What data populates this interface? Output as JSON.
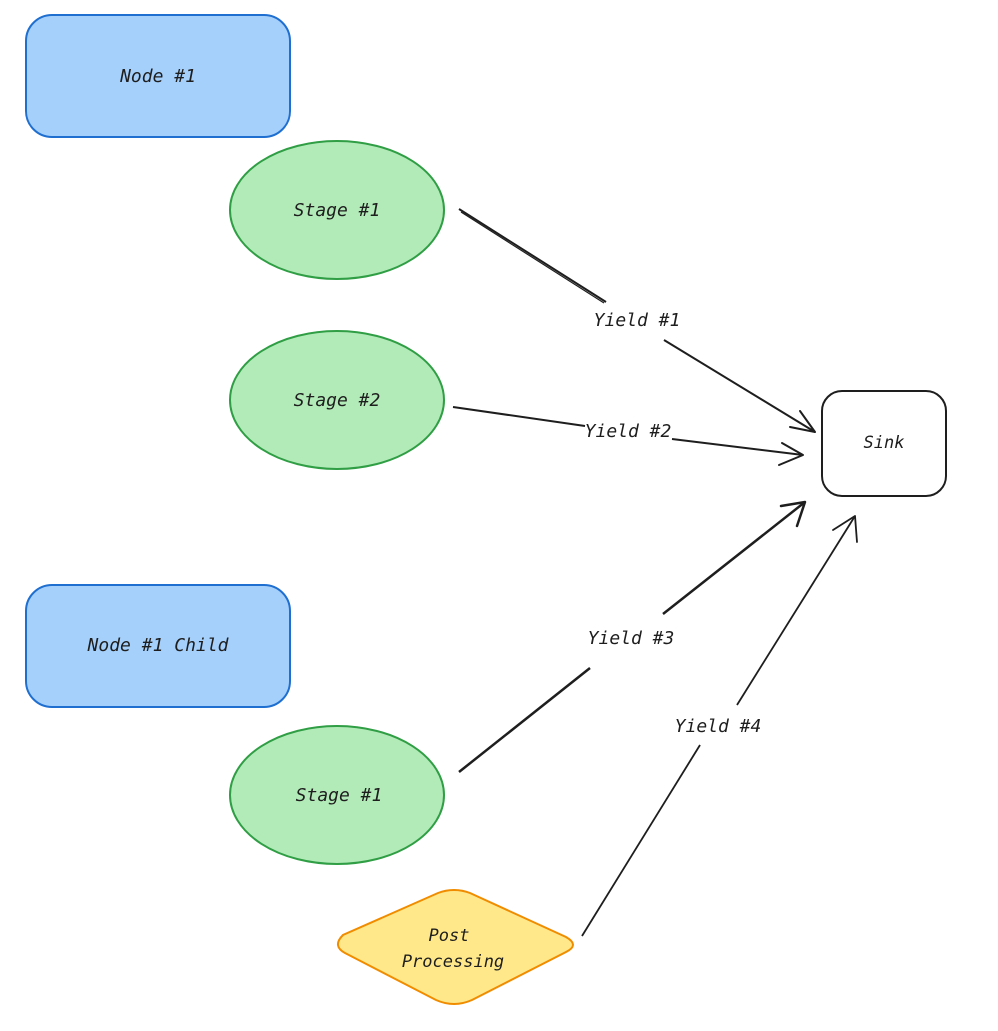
{
  "colors": {
    "node_fill": "#a5d0fb",
    "node_stroke": "#1f6fd0",
    "stage_fill": "#b2ebb8",
    "stage_stroke": "#2f9e44",
    "post_fill": "#ffe88a",
    "post_stroke": "#f08c00",
    "sink_fill": "#ffffff",
    "sink_stroke": "#1e1e1e",
    "edge_stroke": "#1e1e1e"
  },
  "nodes": {
    "node1": "Node #1",
    "node1_child": "Node #1 Child",
    "stage1_top": "Stage #1",
    "stage2": "Stage #2",
    "stage1_bottom": "Stage #1",
    "post_processing_line1": "Post",
    "post_processing_line2": "Processing",
    "sink": "Sink"
  },
  "edges": {
    "yield1": "Yield #1",
    "yield2": "Yield #2",
    "yield3": "Yield #3",
    "yield4": "Yield #4"
  }
}
